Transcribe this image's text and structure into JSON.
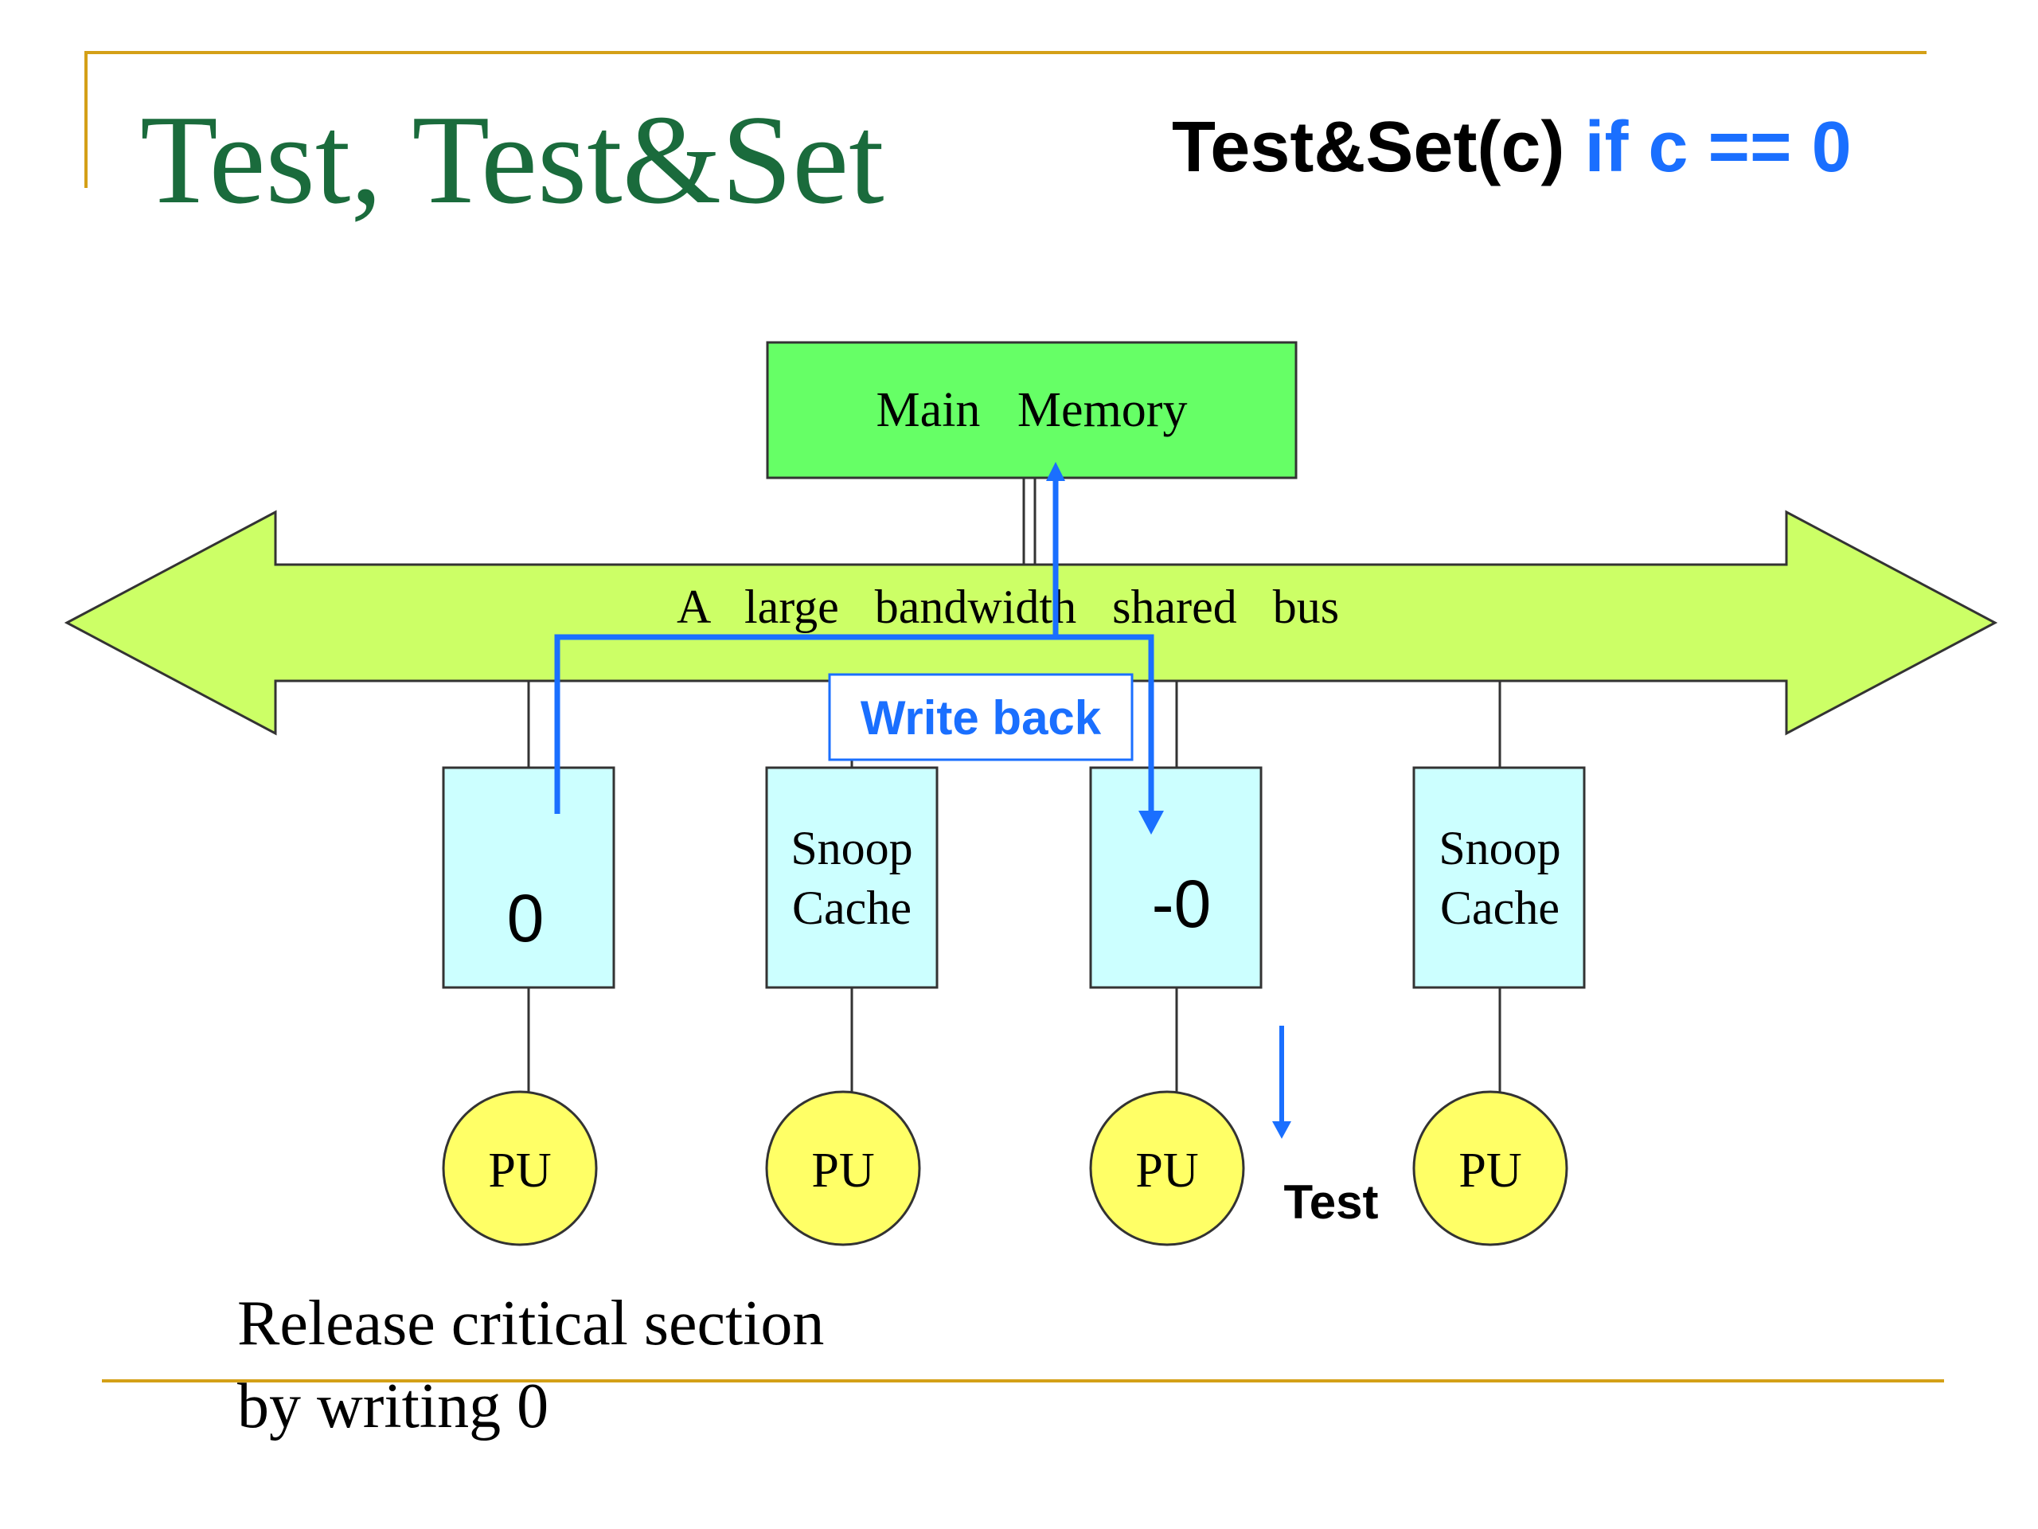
{
  "title": "Test, Test&Set",
  "formula": {
    "prefix": "Test&Set(c)",
    "condition": "if c == 0"
  },
  "memory": {
    "label": "Main   Memory"
  },
  "bus": {
    "label": "A   large   bandwidth   shared   bus"
  },
  "write_back": {
    "label": "Write back"
  },
  "caches": [
    {
      "label_line1": "",
      "label_line2": "0"
    },
    {
      "label_line1": "Snoop",
      "label_line2": "Cache"
    },
    {
      "label_line1": "",
      "label_line2": "-0"
    },
    {
      "label_line1": "Snoop",
      "label_line2": "Cache"
    }
  ],
  "pus": [
    {
      "label": "PU"
    },
    {
      "label": "PU"
    },
    {
      "label": "PU"
    },
    {
      "label": "PU"
    }
  ],
  "test_label": "Test",
  "release": {
    "line1": "Release critical section",
    "line2": "by writing 0"
  },
  "colors": {
    "accent_line": "#d4a017",
    "title_green": "#1a6b3c",
    "memory_fill": "#66ff66",
    "bus_fill": "#ccff66",
    "cache_fill": "#ccffff",
    "pu_fill": "#ffff66",
    "arrow_blue": "#1a6fff"
  }
}
